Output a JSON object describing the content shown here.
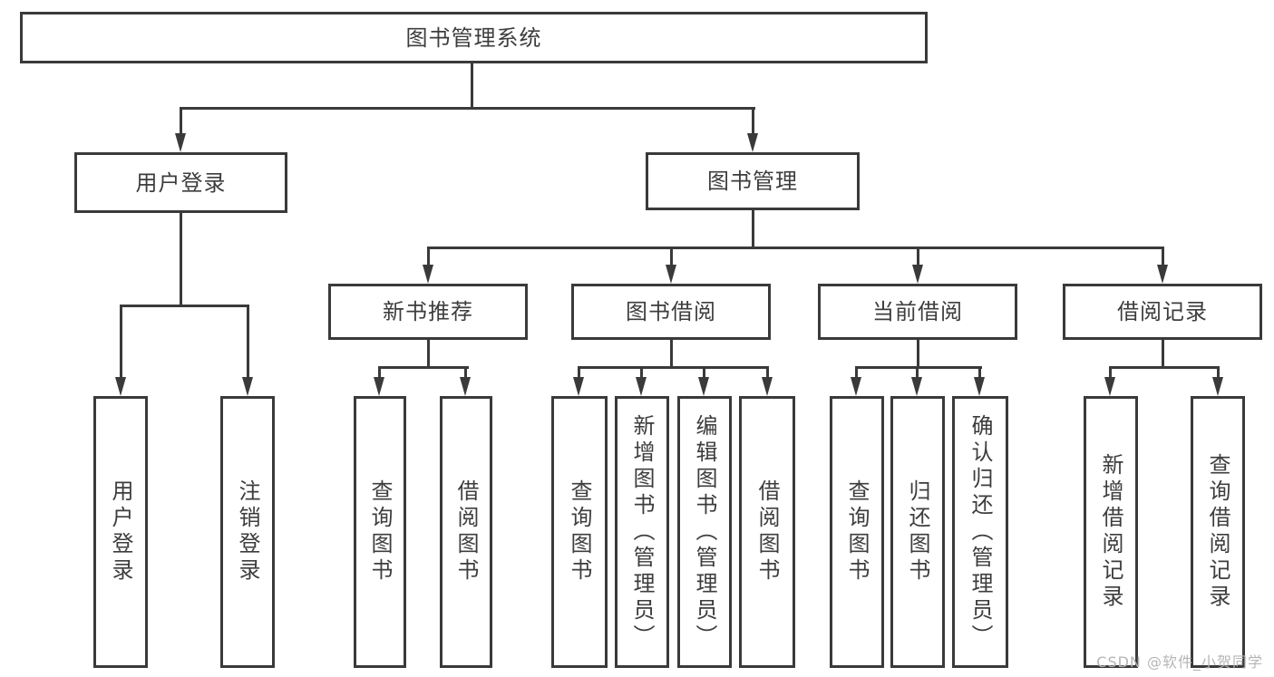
{
  "diagram": {
    "type": "tree",
    "colors": {
      "line": "#3a3a3a",
      "text": "#3d3d3d",
      "background": "#ffffff",
      "watermark": "#b5b5b5"
    },
    "nodes": {
      "root": "图书管理系统",
      "level2": {
        "user_login": "用户登录",
        "book_mgmt": "图书管理"
      },
      "level3": {
        "new_books": "新书推荐",
        "book_borrow": "图书借阅",
        "current_borrow": "当前借阅",
        "borrow_records": "借阅记录"
      },
      "leaves": {
        "user_login": [
          "用户登录",
          "注销登录"
        ],
        "new_books": [
          "查询图书",
          "借阅图书"
        ],
        "book_borrow": [
          "查询图书",
          "新增图书（管理员）",
          "编辑图书（管理员）",
          "借阅图书"
        ],
        "current_borrow": [
          "查询图书",
          "归还图书",
          "确认归还（管理员）"
        ],
        "borrow_records": [
          "新增借阅记录",
          "查询借阅记录"
        ]
      }
    },
    "watermark": "CSDN @软件_小贺同学"
  }
}
